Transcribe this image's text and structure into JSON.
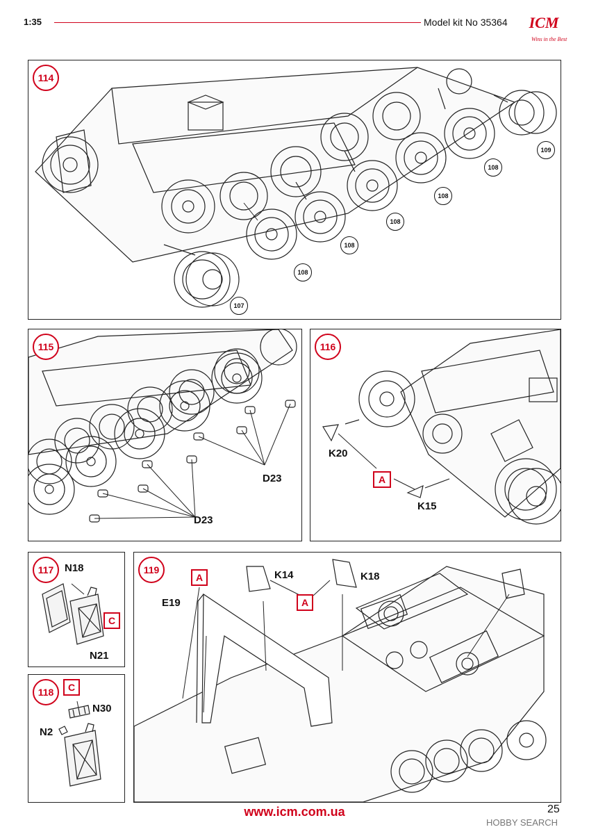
{
  "header": {
    "scale": "1:35",
    "kit_no": "Model kit No 35364",
    "logo": "ICM",
    "logo_tagline": "Wins in the Best"
  },
  "steps": {
    "s114": {
      "num": "114",
      "parts": [
        "109",
        "108",
        "108",
        "108",
        "108",
        "108",
        "108",
        "107"
      ]
    },
    "s115": {
      "num": "115",
      "label_a": "D23",
      "label_b": "D23"
    },
    "s116": {
      "num": "116",
      "k20": "K20",
      "k15": "K15",
      "marker": "A"
    },
    "s117": {
      "num": "117",
      "n18": "N18",
      "n21": "N21",
      "marker": "C"
    },
    "s118": {
      "num": "118",
      "n30": "N30",
      "n2": "N2",
      "marker": "C"
    },
    "s119": {
      "num": "119",
      "e19": "E19",
      "k14": "K14",
      "k18": "K18",
      "marker1": "A",
      "marker2": "A"
    }
  },
  "footer": {
    "url": "www.icm.com.ua",
    "page": "25",
    "watermark": "HOBBY SEARCH"
  },
  "colors": {
    "accent": "#d0021b",
    "line": "#222222"
  }
}
